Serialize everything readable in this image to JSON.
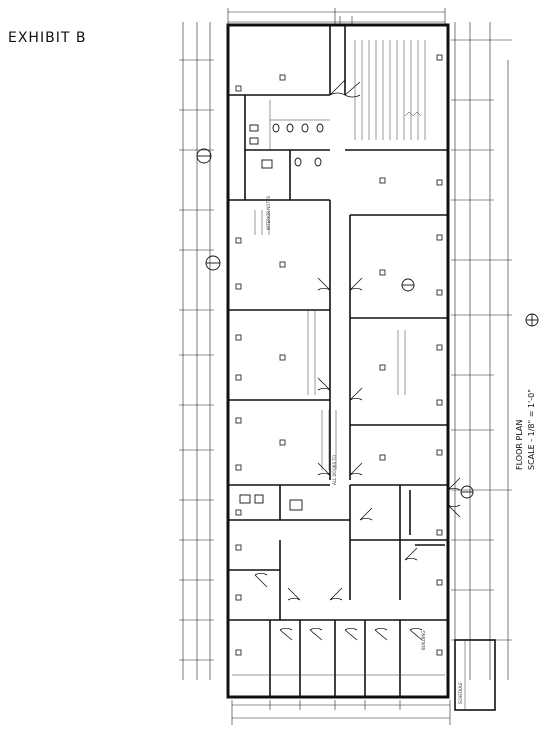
{
  "exhibit": {
    "label": "EXHIBIT B"
  },
  "title_block": {
    "title": "FLOOR PLAN",
    "scale": "SCALE - 1/8\" = 1'-0\""
  },
  "notes": [
    "INTERIOR NOTES",
    "ALL DOORS TO",
    "BUILDING"
  ],
  "schedule": {
    "label": "SCHEDULE"
  }
}
